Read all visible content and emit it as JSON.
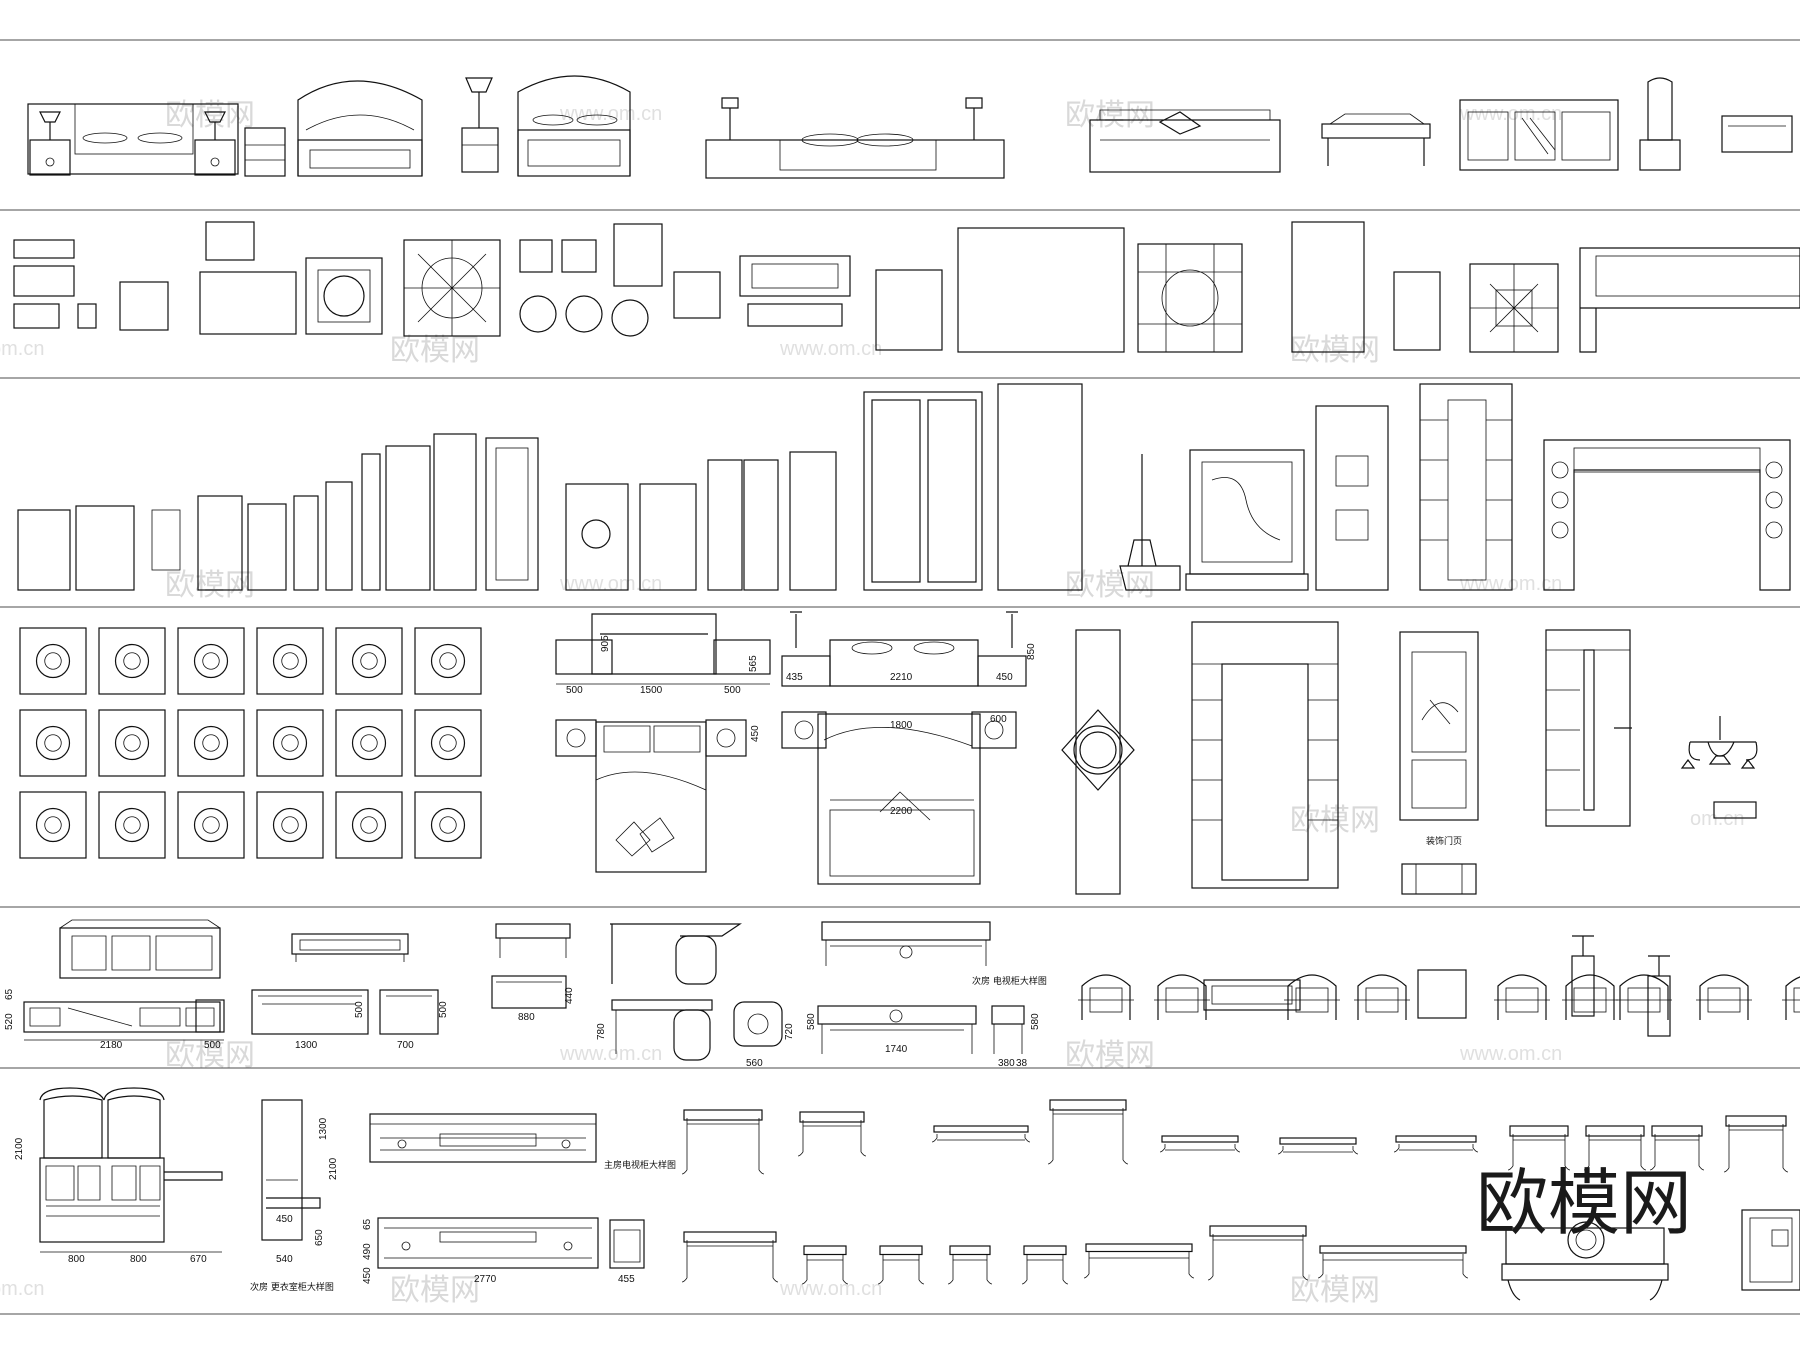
{
  "brand_watermark": "欧模网",
  "faint_watermark": "欧模网",
  "faint_url": "www.om.cn",
  "faint_url_short": "om.cn",
  "dimensions": {
    "r4_sofa_w_left": "500",
    "r4_sofa_w_mid": "1500",
    "r4_sofa_w_right": "500",
    "r4_sofa_h": "905",
    "r4_sofa_h2": "565",
    "r4_bed_w": "2210",
    "r4_bed_side": "435",
    "r4_bed_side_r": "450",
    "r4_bed_h": "850",
    "r4_plan_side": "450",
    "r4_plan_top": "1800",
    "r4_plan_r": "600",
    "r4_plan_w": "2200",
    "r5_tv_w": "2180",
    "r5_tv_side": "500",
    "r5_tv_h1": "520",
    "r5_tv_h2": "65",
    "r5_table_w": "1300",
    "r5_table_h": "500",
    "r5_stool_w": "700",
    "r5_stool_h": "500",
    "r5_desk_w": "880",
    "r5_desk_h": "440",
    "r5_vanity_h": "780",
    "r5_chair_w": "560",
    "r5_chair_h": "720",
    "r5_long_w": "1740",
    "r5_long_h": "580",
    "r5_end_w1": "380",
    "r5_end_w2": "38",
    "r5_end_h": "580",
    "r6_ward_h": "2100",
    "r6_ward_w1": "800",
    "r6_ward_w2": "800",
    "r6_ward_w3": "670",
    "r6_side_h1": "1300",
    "r6_side_h2": "2100",
    "r6_side_w1": "450",
    "r6_side_h3": "650",
    "r6_side_w": "540",
    "r6_tv2_w": "2770",
    "r6_tv2_h1": "490",
    "r6_tv2_h2": "65",
    "r6_tv2_h3": "450",
    "r6_cab_w": "455"
  },
  "captions": {
    "r4_plate": "装饰门页",
    "r5_table_title": "次房  电视柜大样图",
    "r6_tv_title": "主房电视柜大样图",
    "r6_ward_title": "次房  更衣室柜大样图"
  }
}
